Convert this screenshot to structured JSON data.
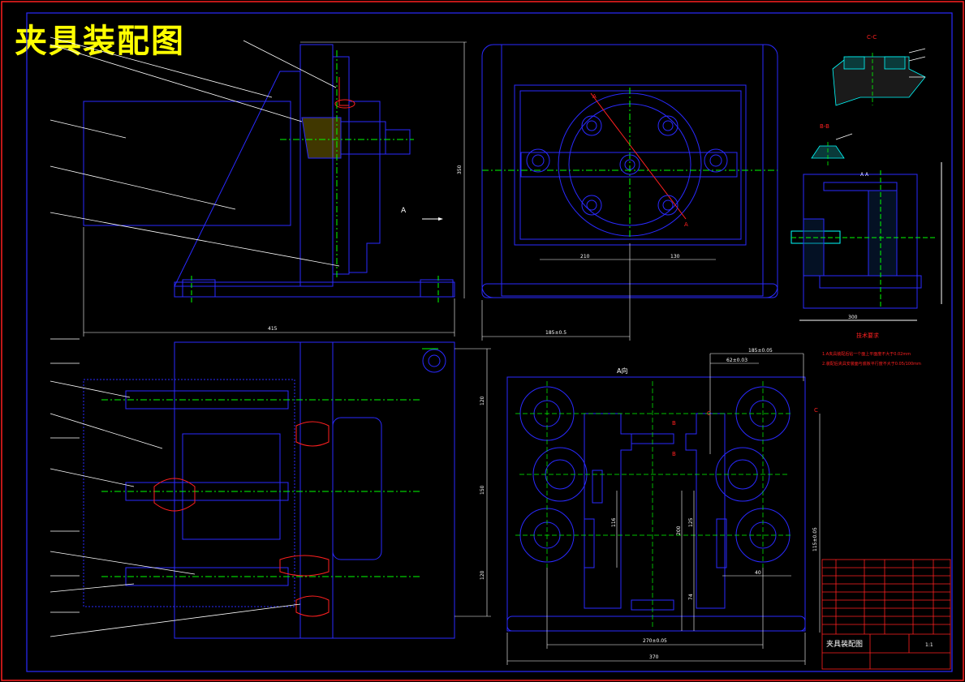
{
  "title": "夹具装配图",
  "tech_req_title": "技术要求",
  "tech_req_lines": [
    "1.A夹具装配后钻一个面上平面度不大于0.02mm",
    "2.装配后夹具安装面与底板平行度不大于0.05/100mm"
  ],
  "view_labels": {
    "a_view": "A向",
    "cc_section": "C-C",
    "bb_section": "B-B",
    "aa_section": "A-A",
    "arrow_a": "A",
    "cut_a1": "A",
    "cut_a2": "A",
    "cut_b1": "B",
    "cut_b2": "B",
    "cut_c1": "C",
    "cut_c2": "C"
  },
  "dimensions": {
    "front_width": "415",
    "front_height": "350",
    "top_width": "185±0.5",
    "top_left": "210",
    "top_right": "130",
    "side_total": "300",
    "a_view_total": "370",
    "a_view_inner": "270±0.05",
    "a_view_top": "185±0.05",
    "a_view_sub": "62±0.03",
    "plan_h1": "120",
    "plan_h2": "150",
    "plan_h3": "120",
    "a_view_right": "115±0.05",
    "a_view_small": "40",
    "a_view_mid": "116",
    "a_view_c": "200",
    "a_view_dim2": "125",
    "a_view_dim3": "74"
  },
  "title_block": {
    "name": "夹具装配图",
    "scale": "1:1"
  },
  "colors": {
    "background": "#000000",
    "outline": "#2a2aff",
    "title": "#ffff00",
    "center": "#00ff00",
    "leader": "#ffffff",
    "section": "#00ffff",
    "red": "#ff2020",
    "hatch": "#ffdd00"
  }
}
